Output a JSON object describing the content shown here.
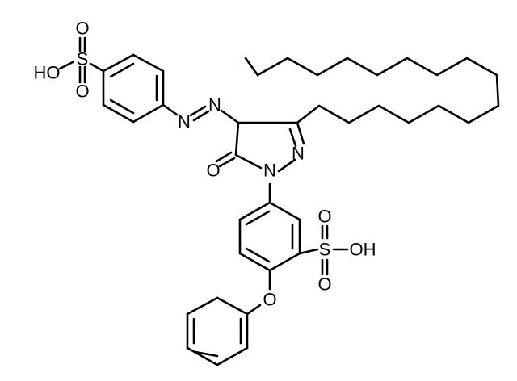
{
  "molecule": {
    "atoms": {
      "o_sulfonyl_top_1": "O",
      "hydroxyl_top": "HO",
      "sulfur_top": "S",
      "o_sulfonyl_top_2": "O",
      "azo_n1": "N",
      "azo_n2": "N",
      "pyrazole_n": "N",
      "carbonyl_o": "O",
      "pyrazole_n1": "N",
      "o_sulfonyl_right_1": "O",
      "sulfur_right": "S",
      "hydroxyl_right": "OH",
      "o_sulfonyl_right_2": "O",
      "ether_o": "O"
    }
  }
}
